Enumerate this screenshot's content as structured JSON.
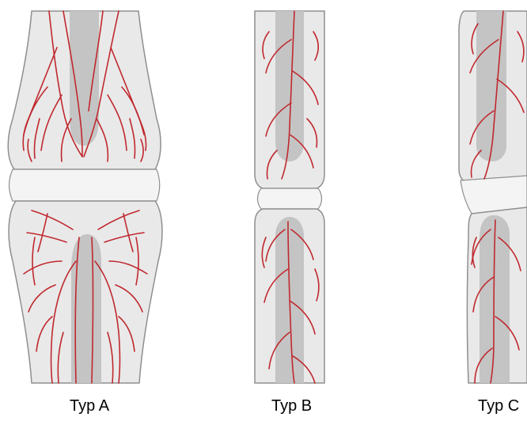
{
  "panels": [
    {
      "id": "a",
      "label": "Typ A"
    },
    {
      "id": "b",
      "label": "Typ B"
    },
    {
      "id": "c",
      "label": "Typ C"
    }
  ],
  "colors": {
    "bone_fill": "#e9e9e9",
    "bone_outline": "#8f8f8f",
    "medullary_canal": "#c4c4c4",
    "vessels": "#c0282e",
    "joint_gap": "#f4f4f4",
    "background": "#ffffff"
  }
}
